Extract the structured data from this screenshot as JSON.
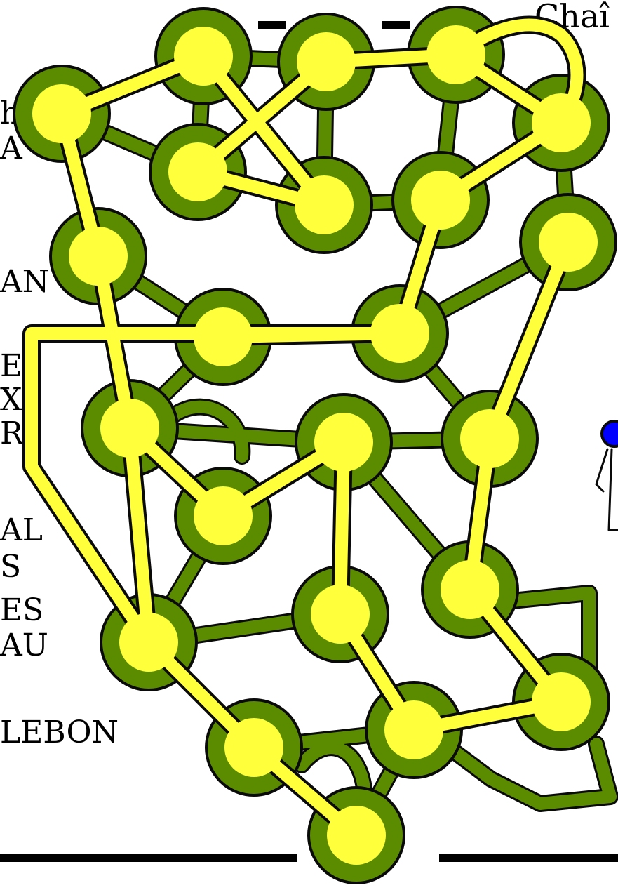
{
  "colors": {
    "node_outer": "#5b8c00",
    "node_outer_stroke": "#0a0a0a",
    "node_inner": "#ffff3c",
    "edge_green": "#5b8c00",
    "path_yellow": "#ffff3c",
    "bar": "#000000",
    "pin_blue": "#0000ff"
  },
  "labels": {
    "top_right": "Chaî",
    "l1": "h",
    "l2": "A",
    "l3": "AN",
    "l4": "E",
    "l5": "X",
    "l6": "R",
    "l7": "AL",
    "l8": "S",
    "l9": "ES",
    "l10": "AU",
    "l11": "LEBON"
  },
  "icons": {
    "pin": "blue-pin-icon"
  }
}
